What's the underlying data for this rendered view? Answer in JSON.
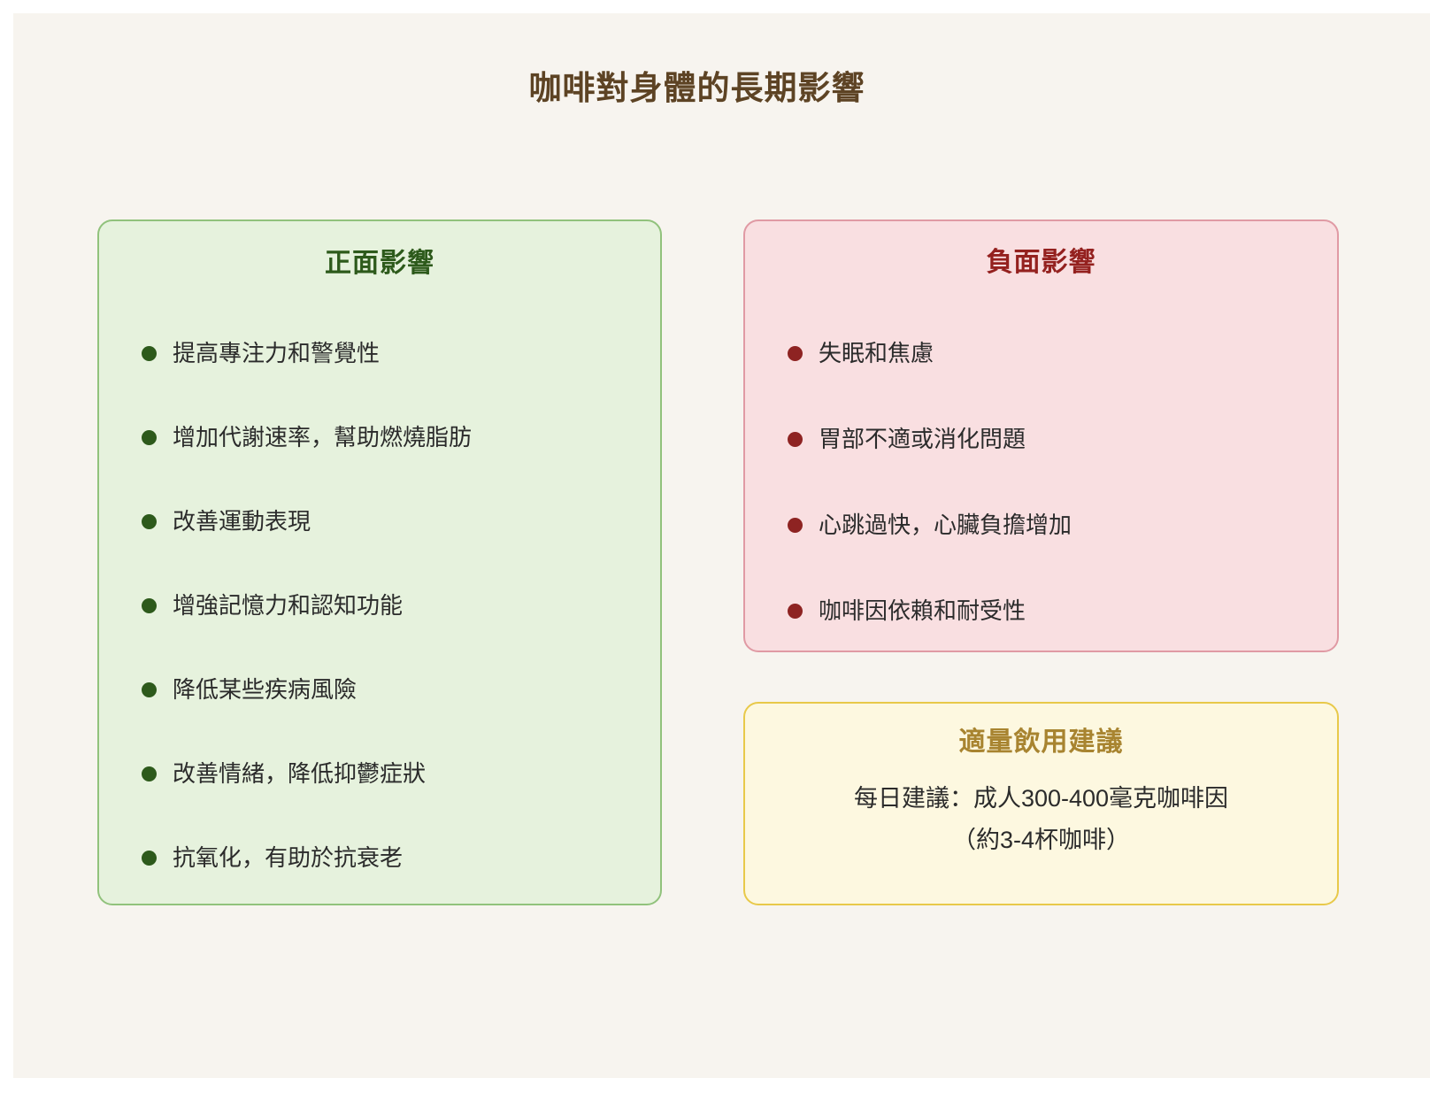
{
  "title": "咖啡對身體的長期影響",
  "theme": {
    "page_background": "#f7f4ef",
    "title_color": "#5d4324",
    "positive_accent": "#2d5a1b",
    "positive_background": "#e6f2dd",
    "positive_border": "#91c27c",
    "negative_accent": "#94211f",
    "negative_background": "#f9dfe1",
    "negative_border": "#e09aa4",
    "advice_accent": "#a88430",
    "advice_background": "#fdf8e0",
    "advice_border": "#e8c94a"
  },
  "positive": {
    "heading": "正面影響",
    "items": [
      "提高專注力和警覺性",
      "增加代謝速率，幫助燃燒脂肪",
      "改善運動表現",
      "增強記憶力和認知功能",
      "降低某些疾病風險",
      "改善情緒，降低抑鬱症狀",
      "抗氧化，有助於抗衰老"
    ]
  },
  "negative": {
    "heading": "負面影響",
    "items": [
      "失眠和焦慮",
      "胃部不適或消化問題",
      "心跳過快，心臟負擔增加",
      "咖啡因依賴和耐受性"
    ]
  },
  "advice": {
    "heading": "適量飲用建議",
    "lines": [
      "每日建議：成人300-400毫克咖啡因",
      "（約3-4杯咖啡）"
    ]
  }
}
